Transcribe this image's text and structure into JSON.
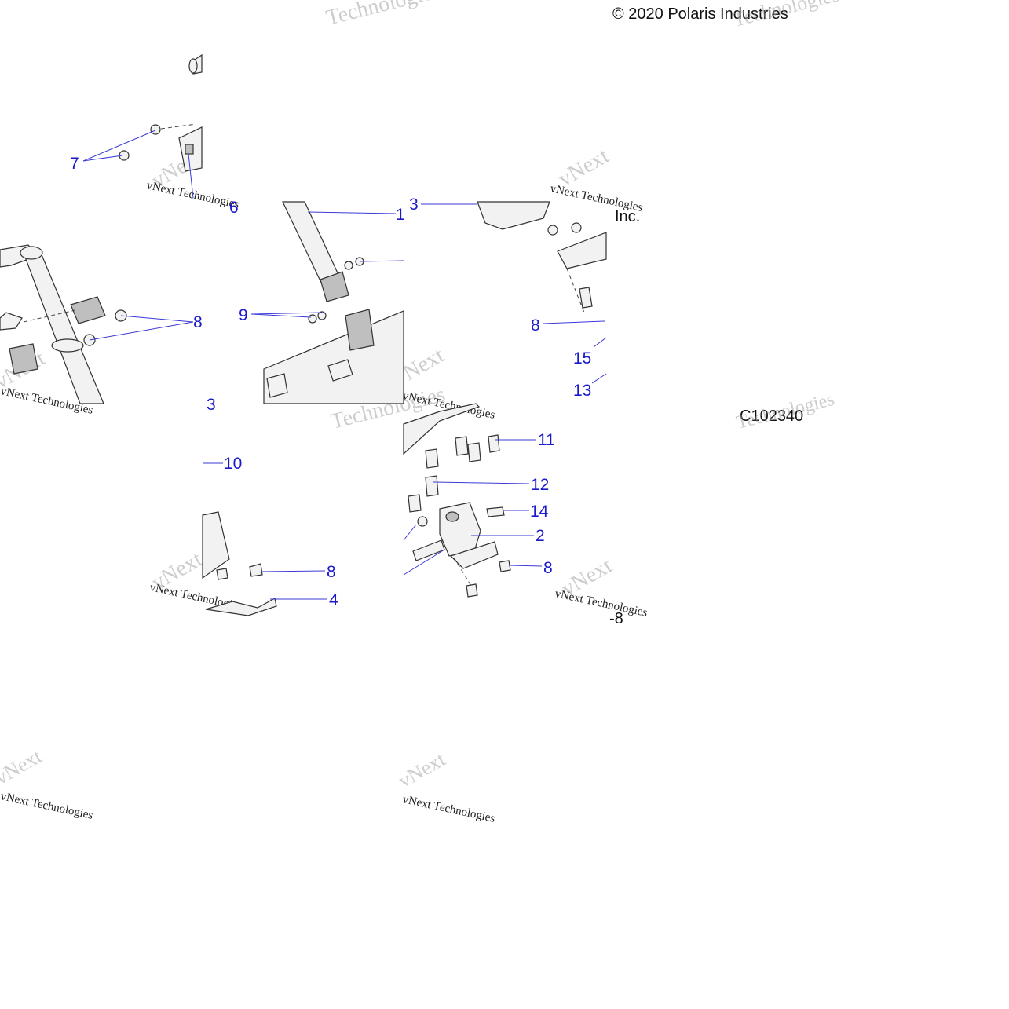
{
  "copyright": "© 2020 Polaris Industries",
  "copyright_tail": "Inc.",
  "figure_code": "C102340",
  "page_fragment": "-8",
  "watermark": {
    "brand": "vNext Technologies",
    "word_a": "vNext",
    "word_b": "Technologies"
  },
  "callouts": {
    "c1": "1",
    "c2": "2",
    "c3a": "3",
    "c3b": "3",
    "c4": "4",
    "c6": "6",
    "c7": "7",
    "c8a": "8",
    "c8b": "8",
    "c8c": "8",
    "c8d": "8",
    "c9": "9",
    "c10": "10",
    "c11": "11",
    "c12": "12",
    "c13": "13",
    "c14": "14",
    "c15": "15"
  }
}
